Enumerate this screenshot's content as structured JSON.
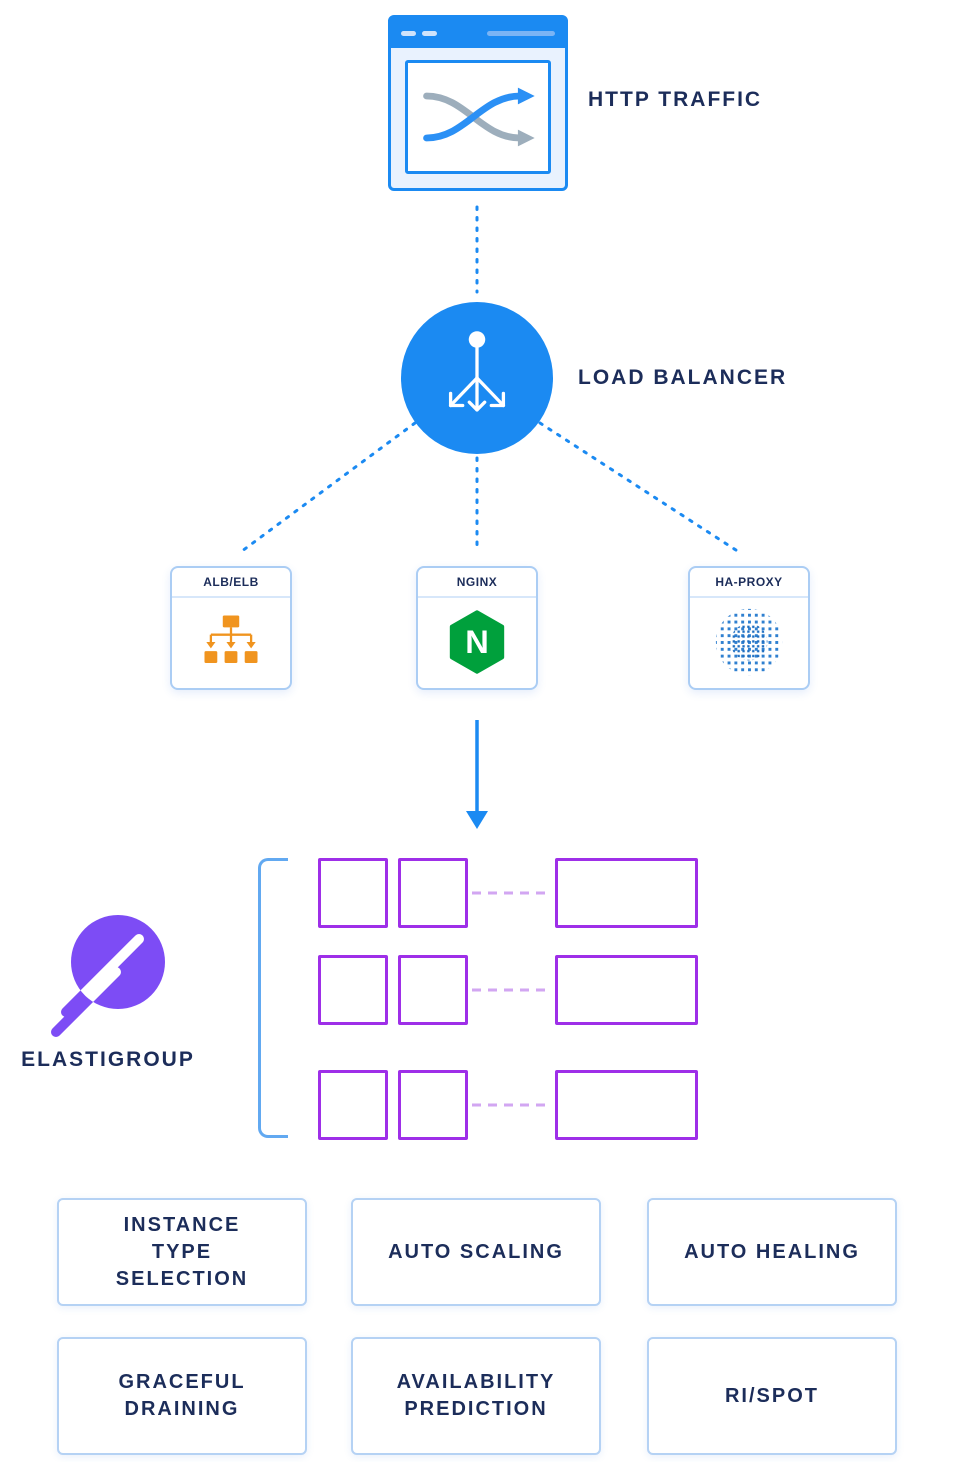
{
  "nodes": {
    "http_traffic": {
      "label": "HTTP TRAFFIC",
      "icon": "browser-window-icon"
    },
    "load_balancer": {
      "label": "LOAD BALANCER",
      "icon": "load-balancer-split-arrow-icon"
    },
    "elastigroup": {
      "label": "ELASTIGROUP",
      "icon": "elastigroup-comet-icon"
    }
  },
  "balancers": [
    {
      "label": "ALB/ELB",
      "icon": "alb-elb-tree-icon"
    },
    {
      "label": "NGINX",
      "icon": "nginx-hexagon-icon",
      "letter": "N"
    },
    {
      "label": "HA-PROXY",
      "icon": "haproxy-dotted-sphere-icon"
    }
  ],
  "cluster": {
    "rows": 3,
    "small_boxes_per_row": 2,
    "wide_boxes_per_row": 1
  },
  "features": [
    {
      "label": "INSTANCE TYPE SELECTION"
    },
    {
      "label": "AUTO SCALING"
    },
    {
      "label": "AUTO HEALING"
    },
    {
      "label": "GRACEFUL DRAINING"
    },
    {
      "label": "AVAILABILITY PREDICTION"
    },
    {
      "label": "RI/SPOT"
    }
  ],
  "colors": {
    "primary_blue": "#1b8af2",
    "light_blue_border": "#abcdf4",
    "navy_text": "#1c2d5a",
    "purple_box": "#9e2fe8",
    "dashed_purple": "#d2a6f2",
    "elastigroup_purple": "#7d4cf5",
    "nginx_green": "#00a03c",
    "alb_orange": "#f0941f",
    "haproxy_blue": "#2f80d0",
    "gray_arrow": "#9daebc"
  }
}
